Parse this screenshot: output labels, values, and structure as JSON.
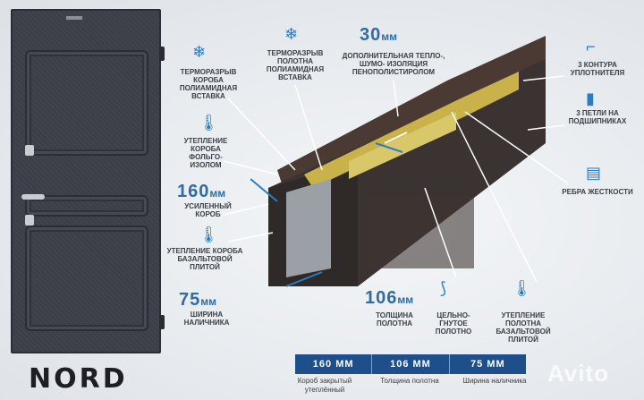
{
  "brand": {
    "name": "NORD"
  },
  "labels": {
    "termo_box": "ТЕРМОРАЗРЫВ КОРОБА ПОЛИАМИДНАЯ ВСТАВКА",
    "termo_leaf": "ТЕРМОРАЗРЫВ ПОЛОТНА ПОЛИАМИДНАЯ ВСТАВКА",
    "thickness_30": "30",
    "thickness_30_unit": "мм",
    "insulation_leaf": "ДОПОЛНИТЕЛЬНАЯ ТЕПЛО-, ШУМО- ИЗОЛЯЦИЯ ПЕНОПОЛИСТИРОЛОМ",
    "seals": "3 КОНТУРА УПЛОТНИТЕЛЯ",
    "hinges": "3 ПЕТЛИ НА ПОДШИПНИКАХ",
    "foil": "УТЕПЛЕНИЕ КОРОБА ФОЛЬГО- ИЗОЛОМ",
    "box_160": "160",
    "box_160_unit": "мм",
    "box_reinforced": "УСИЛЕННЫЙ КОРОБ",
    "ribs": "РЕБРА ЖЕСТКОСТИ",
    "basalt_box": "УТЕПЛЕНИЕ КОРОБА БАЗАЛЬТОВОЙ ПЛИТОЙ",
    "trim_75": "75",
    "trim_75_unit": "мм",
    "trim_width": "ШИРИНА НАЛИЧНИКА",
    "leaf_106": "106",
    "leaf_106_unit": "мм",
    "leaf_thickness": "ТОЛЩИНА ПОЛОТНА",
    "bent": "ЦЕЛЬНО- ГНУТОЕ ПОЛОТНО",
    "basalt_leaf": "УТЕПЛЕНИЕ ПОЛОТНА БАЗАЛЬТОВОЙ ПЛИТОЙ"
  },
  "specs": {
    "box": "160 ММ",
    "leaf": "106 ММ",
    "trim": "75 ММ"
  },
  "captions": {
    "box": "Короб закрытый утеплённый",
    "leaf": "Толщина полотна",
    "trim": "Ширина наличника"
  },
  "watermark": "Avito",
  "colors": {
    "accent": "#2a7dc4",
    "bar": "#1f4f8a",
    "door": "#3b3e46",
    "frame": "#4a3a33",
    "insulation": "#c9b24a"
  }
}
